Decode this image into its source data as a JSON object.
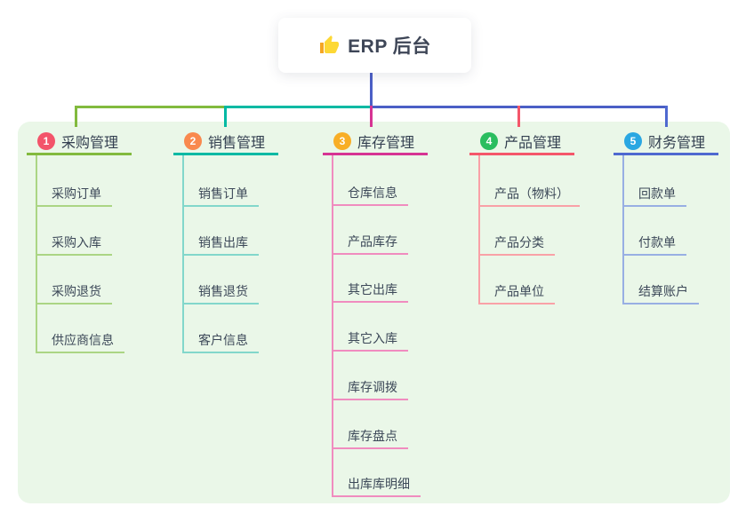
{
  "root": {
    "title": "ERP 后台",
    "icon": "thumbs-up-icon"
  },
  "panel": {
    "background": "#eaf7e8"
  },
  "connector": {
    "color": "#4b5fc6"
  },
  "branches": [
    {
      "num": "1",
      "label": "采购管理",
      "circle_color": "#f3546a",
      "line_color": "#82ba3e",
      "light_color": "#abd584",
      "children": [
        "采购订单",
        "采购入库",
        "采购退货",
        "供应商信息"
      ]
    },
    {
      "num": "2",
      "label": "销售管理",
      "circle_color": "#f9894e",
      "line_color": "#00b9a3",
      "light_color": "#82d7cb",
      "children": [
        "销售订单",
        "销售出库",
        "销售退货",
        "客户信息"
      ]
    },
    {
      "num": "3",
      "label": "库存管理",
      "circle_color": "#f8ae26",
      "line_color": "#d63493",
      "light_color": "#f08cbf",
      "children": [
        "仓库信息",
        "产品库存",
        "其它出库",
        "其它入库",
        "库存调拨",
        "库存盘点",
        "出库库明细"
      ]
    },
    {
      "num": "4",
      "label": "产品管理",
      "circle_color": "#2abd5f",
      "line_color": "#f4566a",
      "light_color": "#f9a1a7",
      "children": [
        "产品（物料）",
        "产品分类",
        "产品单位"
      ]
    },
    {
      "num": "5",
      "label": "财务管理",
      "circle_color": "#2aa7e2",
      "line_color": "#4f69d0",
      "light_color": "#98afe3",
      "children": [
        "回款单",
        "付款单",
        "结算账户"
      ]
    }
  ]
}
